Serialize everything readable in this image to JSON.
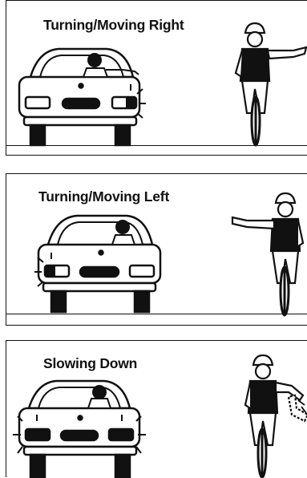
{
  "panels": [
    {
      "title": "Turning/Moving Right",
      "signal": "right-arm-extended",
      "indicator": "right"
    },
    {
      "title": "Turning/Moving Left",
      "signal": "left-arm-extended",
      "indicator": "left"
    },
    {
      "title": "Slowing Down",
      "signal": "arm-waved-down",
      "indicator": "both"
    }
  ]
}
